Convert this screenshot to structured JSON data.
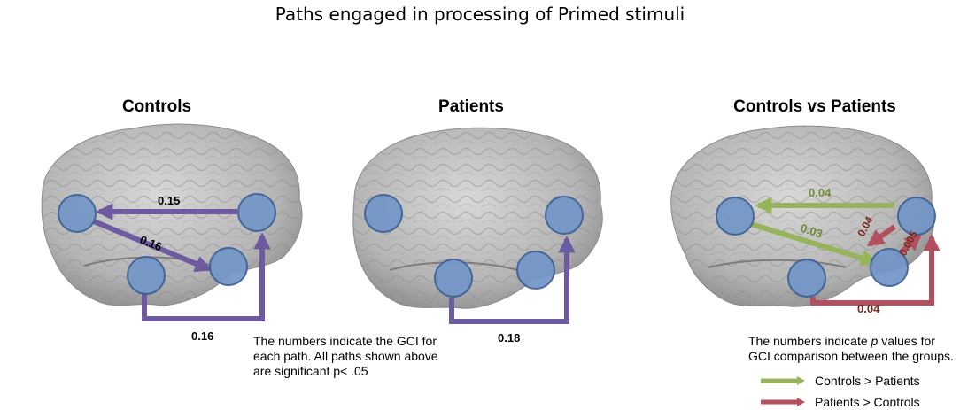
{
  "title": "Paths engaged in processing of Primed stimuli",
  "panels": {
    "controls": {
      "title": "Controls",
      "labels": {
        "top": "0.15",
        "diag": "0.16",
        "bottom": "0.16"
      }
    },
    "patients": {
      "title": "Patients",
      "labels": {
        "bottom": "0.18"
      }
    },
    "comparison": {
      "title": "Controls vs Patients",
      "labels": {
        "top": "0.04",
        "diag": "0.03",
        "mid1": "0.04",
        "mid2": "0.005",
        "bottom": "0.04"
      }
    }
  },
  "notes": {
    "gci": [
      "The numbers indicate the GCI for",
      "each path. All paths shown above",
      "are significant p< .05"
    ],
    "pvalues_prefix": "The numbers indicate ",
    "pvalues_italic": "p",
    "pvalues_suffix": " values for",
    "pvalues_line2": "GCI comparison between the groups."
  },
  "legend": {
    "controls_gt": "Controls > Patients",
    "patients_gt": "Patients > Controls"
  },
  "colors": {
    "node_fill": "#7396c8",
    "node_stroke": "#3b5f96",
    "path_purple": "#6e5aa0",
    "path_green": "#98b45a",
    "path_red": "#b25060",
    "label_green": "#6e8a32",
    "label_red": "#7a2a1e",
    "brain": "#b8b8b8"
  }
}
